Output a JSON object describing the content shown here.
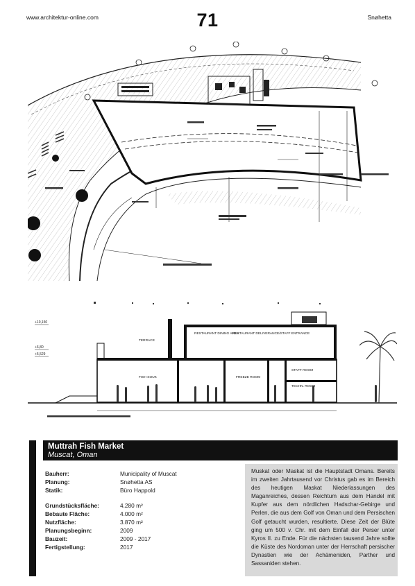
{
  "header": {
    "website": "www.architektur-online.com",
    "page_number": "71",
    "architect": "Snøhetta"
  },
  "section_drawing": {
    "level_labels": [
      "+10,150",
      "+6,80",
      "+5,529"
    ],
    "room_labels": [
      "TERRACE",
      "RESTAURANT DINING AREA",
      "RESTAURANT DELIVERANCE/STAFF ENTRANCE",
      "FISH SOUK",
      "FREEZE ROOM",
      "STAFF ROOM",
      "TECHN. ROOM"
    ]
  },
  "project": {
    "title": "Muttrah Fish Market",
    "location": "Muscat, Oman",
    "credits": [
      {
        "label": "Bauherr:",
        "value": "Municipality of Muscat"
      },
      {
        "label": "Planung:",
        "value": "Snøhetta AS"
      },
      {
        "label": "Statik:",
        "value": "Büro Happold"
      }
    ],
    "facts": [
      {
        "label": "Grundstücksfläche:",
        "value": "4.280 m²"
      },
      {
        "label": "Bebaute Fläche:",
        "value": "4.000 m²"
      },
      {
        "label": "Nutzfläche:",
        "value": "3.870 m²"
      },
      {
        "label": "Planungsbeginn:",
        "value": "2009"
      },
      {
        "label": "Bauzeit:",
        "value": "2009 - 2017"
      },
      {
        "label": "Fertigstellung:",
        "value": "2017"
      }
    ]
  },
  "description": "Muskat oder Maskat ist die Hauptstadt Omans. Bereits im zweiten Jahrtausend vor Christus gab es im Bereich des heutigen Maskat Niederlassungen des Maganreiches, dessen Reichtum aus dem Handel mit Kupfer aus dem nördlichen Hadschar-Gebirge und Perlen, die aus dem Golf von Oman und dem Persischen Golf getaucht wurden, resultierte. Diese Zeit der Blüte ging um 500 v. Chr. mit dem Einfall der Perser unter Kyros II. zu Ende. Für die nächsten tausend Jahre sollte die Küste des Nordoman unter der Herrschaft persischer Dynastien wie der Achämeniden, Parther und Sassaniden stehen."
}
